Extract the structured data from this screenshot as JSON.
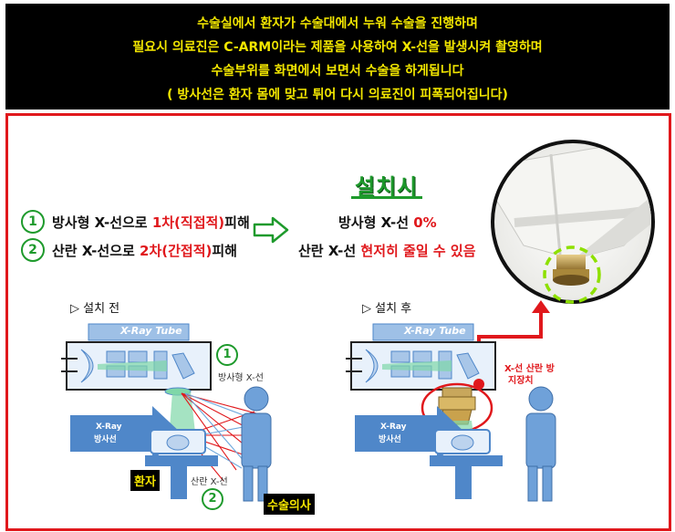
{
  "banner": {
    "line1": "수술실에서 환자가 수술대에서 누워 수술을 진행하며",
    "line2": "필요시  의료진은 C-ARM이라는 제품을 사용하여 X-선을 발생시켜 촬영하며",
    "line3": "수술부위를 화면에서 보면서 수술을 하게됩니다",
    "line4": "( 방사선은 환자 몸에 맞고 튀어 다시 의료진이 피폭되어집니다)"
  },
  "title": "설치시",
  "left_list": {
    "item1": {
      "num": "1",
      "pre": "방사형 X-선으로 ",
      "red": "1차(직접적)",
      "post": "피해"
    },
    "item2": {
      "num": "2",
      "pre": "산란 X-선으로 ",
      "red": "2차(간접적)",
      "post": "피해"
    }
  },
  "right_list": {
    "item1": {
      "pre": "방사형 X-선 ",
      "red": "0%"
    },
    "item2": {
      "pre": "산란 X-선 ",
      "red": "현저히 줄일 수 있음"
    }
  },
  "before": {
    "heading": "▷ 설치 전",
    "tube": "X-Ray Tube",
    "beam_l1": "X-Ray",
    "beam_l2": "방사선",
    "marker1": "1",
    "marker2": "2",
    "radial_label": "방사형 X-선",
    "scatter_label": "산란 X-선",
    "patient": "환자",
    "surgeon": "수술의사"
  },
  "after": {
    "heading": "▷ 설치 후",
    "tube": "X-Ray Tube",
    "beam_l1": "X-Ray",
    "beam_l2": "방사선",
    "device_l1": "X-선 산란 방",
    "device_l2": "지장치"
  },
  "colors": {
    "banner_text": "#f2e600",
    "accent_red": "#e0181c",
    "accent_green": "#1e9a2c",
    "diagram_blue": "#4f87c9"
  }
}
